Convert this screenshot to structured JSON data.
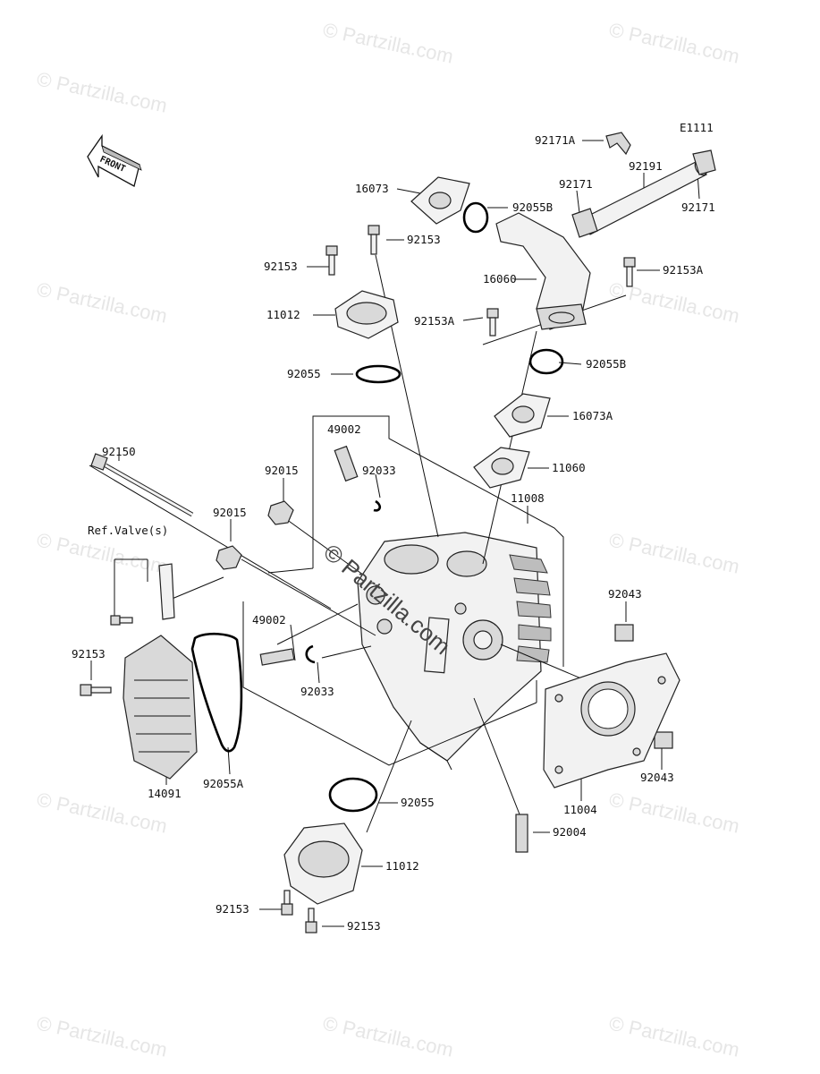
{
  "diagram": {
    "figure_code": "E1111",
    "front_label": "FRONT",
    "ref_label": "Ref.Valve(s)",
    "watermark": "© Partzilla.com",
    "watermark_center": "© Partzilla.com",
    "callouts": [
      {
        "id": "c1",
        "text": "92171A"
      },
      {
        "id": "c2",
        "text": "92191"
      },
      {
        "id": "c3",
        "text": "92171"
      },
      {
        "id": "c4",
        "text": "92171"
      },
      {
        "id": "c5",
        "text": "16073"
      },
      {
        "id": "c6",
        "text": "92055B"
      },
      {
        "id": "c7",
        "text": "92153"
      },
      {
        "id": "c8",
        "text": "92153"
      },
      {
        "id": "c9",
        "text": "92153A"
      },
      {
        "id": "c10",
        "text": "16060"
      },
      {
        "id": "c11",
        "text": "11012"
      },
      {
        "id": "c12",
        "text": "92153A"
      },
      {
        "id": "c13",
        "text": "92055"
      },
      {
        "id": "c14",
        "text": "92055B"
      },
      {
        "id": "c15",
        "text": "16073A"
      },
      {
        "id": "c16",
        "text": "49002"
      },
      {
        "id": "c17",
        "text": "92150"
      },
      {
        "id": "c18",
        "text": "11060"
      },
      {
        "id": "c19",
        "text": "92015"
      },
      {
        "id": "c20",
        "text": "92033"
      },
      {
        "id": "c21",
        "text": "11008"
      },
      {
        "id": "c22",
        "text": "92015"
      },
      {
        "id": "c23",
        "text": "92043"
      },
      {
        "id": "c24",
        "text": "49002"
      },
      {
        "id": "c25",
        "text": "92153"
      },
      {
        "id": "c26",
        "text": "92033"
      },
      {
        "id": "c27",
        "text": "92055A"
      },
      {
        "id": "c28",
        "text": "14091"
      },
      {
        "id": "c29",
        "text": "92043"
      },
      {
        "id": "c30",
        "text": "11004"
      },
      {
        "id": "c31",
        "text": "92055"
      },
      {
        "id": "c32",
        "text": "92004"
      },
      {
        "id": "c33",
        "text": "11012"
      },
      {
        "id": "c34",
        "text": "92153"
      },
      {
        "id": "c35",
        "text": "92153"
      }
    ]
  }
}
